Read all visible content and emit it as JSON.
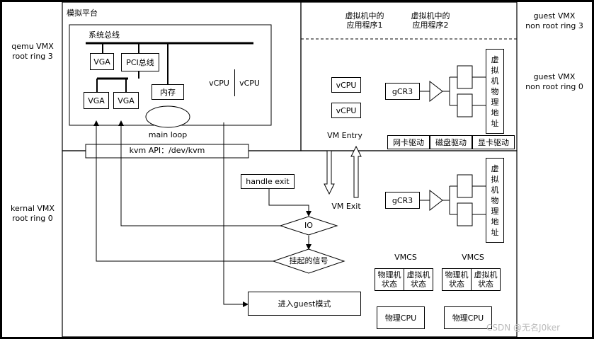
{
  "side_labels": {
    "qemu": "qemu VMX\nroot ring 3",
    "kernal": "kernal VMX\nroot ring 0",
    "guest_r3": "guest VMX\nnon root ring 3",
    "guest_r0": "guest VMX\nnon root ring 0"
  },
  "platform": {
    "title": "模拟平台",
    "system_bus": "系统总线",
    "vga1": "VGA",
    "pci_bus": "PCI总线",
    "vga2": "VGA",
    "vga3": "VGA",
    "memory": "内存",
    "vcpu1": "vCPU",
    "vcpu2": "vCPU",
    "main_loop": "main loop"
  },
  "kvm_api": "kvm API：/dev/kvm",
  "guest": {
    "app1": "虚拟机中的\n应用程序1",
    "app2": "虚拟机中的\n应用程序2",
    "vcpu1": "vCPU",
    "vcpu2": "vCPU",
    "gcr3": "gCR3",
    "phys_addr": "虚拟机物理地址",
    "drivers": [
      "网卡驱动",
      "磁盘驱动",
      "显卡驱动"
    ],
    "vm_entry": "VM Entry",
    "vm_exit": "VM Exit"
  },
  "kernel": {
    "handle_exit": "handle exit",
    "io": "IO",
    "signal": "挂起的信号",
    "enter_guest": "进入guest模式",
    "gcr3": "gCR3",
    "phys_addr": "虚拟机物理地址",
    "vmcs1": "VMCS",
    "vmcs2": "VMCS",
    "state_phys1": "物理机\n状态",
    "state_virt1": "虚拟机\n状态",
    "state_phys2": "物理机\n状态",
    "state_virt2": "虚拟机\n状态",
    "cpu1": "物理CPU",
    "cpu2": "物理CPU"
  },
  "watermark": "CSDN @无名J0ker"
}
